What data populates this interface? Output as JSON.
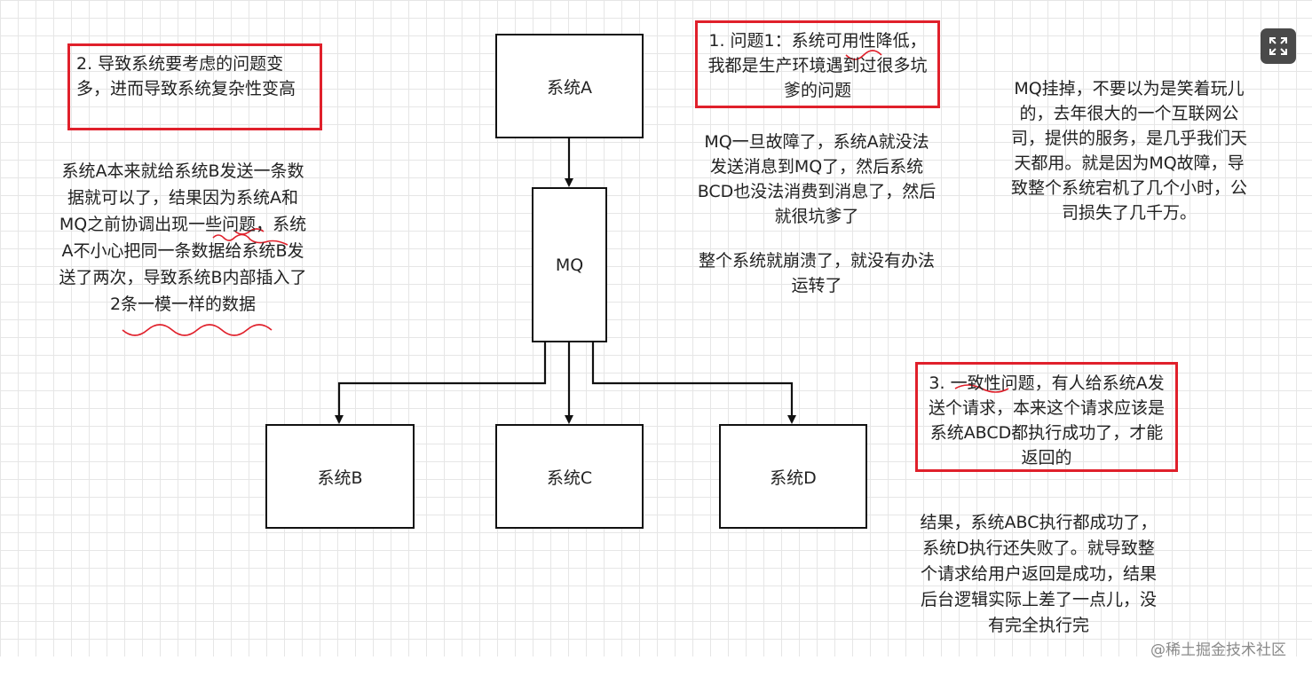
{
  "nodes": {
    "system_a": "系统A",
    "mq": "MQ",
    "system_b": "系统B",
    "system_c": "系统C",
    "system_d": "系统D"
  },
  "notes": {
    "complexity": "2. 导致系统要考虑的问题变多，进而导致系统复杂性变高",
    "duplicate": "系统A本来就给系统B发送一条数据就可以了，结果因为系统A和MQ之前协调出现一些问题，系统A不小心把同一条数据给系统B发送了两次，导致系统B内部插入了2条一模一样的数据",
    "availability": "1. 问题1：系统可用性降低，我都是生产环境遇到过很多坑爹的问题",
    "mq_failure": "MQ一旦故障了，系统A就没法发送消息到MQ了，然后系统BCD也没法消费到消息了，然后就很坑爹了",
    "collapse": "整个系统就崩溃了，就没有办法运转了",
    "mq_story": "MQ挂掉，不要以为是笑着玩儿的，去年很大的一个互联网公司，提供的服务，是几乎我们天天都用。就是因为MQ故障，导致整个系统宕机了几个小时，公司损失了几千万。",
    "consistency": "3. 一致性问题，有人给系统A发送个请求，本来这个请求应该是系统ABCD都执行成功了，才能返回的",
    "result": "结果，系统ABC执行都成功了，系统D执行还失败了。就导致整个请求给用户返回是成功，结果后台逻辑实际上差了一点儿，没有完全执行完"
  },
  "watermark": "@稀土掘金技术社区",
  "icons": {
    "expand": "expand-icon"
  },
  "colors": {
    "highlight_border": "#e0202b",
    "node_border": "#111111",
    "grid": "#e6e6e6"
  }
}
